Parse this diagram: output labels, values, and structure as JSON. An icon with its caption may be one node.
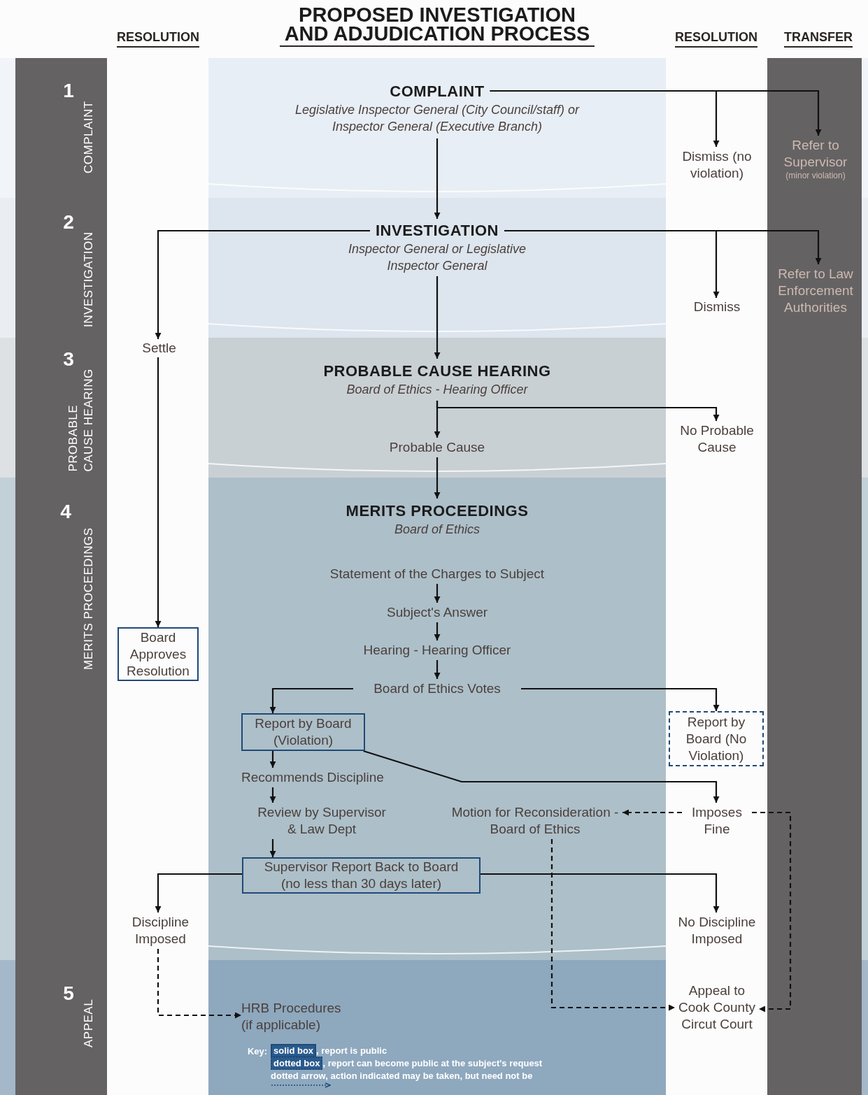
{
  "diagram": {
    "title": "PROPOSED INVESTIGATION AND ADJUDICATION PROCESS",
    "nodes": [
      {
        "text": [
          "COMPLAINT",
          "Legislative Inspector General (City Council/staff) or Inspector General (Executive Branch)"
        ]
      },
      {
        "text": [
          "Dismiss (no violation)"
        ]
      },
      {
        "text": [
          "Refer to Supervisor",
          "(minor violation)"
        ]
      },
      {
        "text": [
          "INVESTIGATION",
          "Inspector General or Legislative Inspector General"
        ]
      },
      {
        "text": [
          "Settle"
        ]
      },
      {
        "text": [
          "Dismiss"
        ]
      },
      {
        "text": [
          "Refer to Law Enforcement Authorities"
        ]
      },
      {
        "text": [
          "PROBABLE CAUSE HEARING",
          "Board of Ethics - Hearing Officer"
        ]
      },
      {
        "text": [
          "Probable Cause"
        ]
      },
      {
        "text": [
          "No Probable Cause"
        ]
      },
      {
        "text": [
          "MERITS PROCEEDINGS",
          "Board of Ethics"
        ]
      },
      {
        "text": [
          "Statement of the Charges to Subject"
        ]
      },
      {
        "text": [
          "Subject's Answer"
        ]
      },
      {
        "text": [
          "Hearing - Hearing Officer"
        ]
      },
      {
        "text": [
          "Board of Ethics Votes"
        ]
      },
      {
        "text": [
          "Board Approves Resolution"
        ]
      },
      {
        "text": [
          "Report by Board (Violation)"
        ]
      },
      {
        "text": [
          "Report by Board (No Violation)"
        ]
      },
      {
        "text": [
          "Recommends Discipline"
        ]
      },
      {
        "text": [
          "Review by Supervisor & Law Dept"
        ]
      },
      {
        "text": [
          "Imposes Fine"
        ]
      },
      {
        "text": [
          "Motion for Reconsideration - Board of Ethics"
        ]
      },
      {
        "text": [
          "Supervisor Report Back to Board (no less than 30 days later)"
        ]
      },
      {
        "text": [
          "Discipline Imposed"
        ]
      },
      {
        "text": [
          "No Discipline Imposed"
        ]
      },
      {
        "text": [
          "HRB Procedures (if applicable)"
        ]
      },
      {
        "text": [
          "Appeal to Cook County Circut Court"
        ]
      }
    ],
    "edges": [
      {
        "from": 0,
        "to": 1,
        "arrow": "to"
      },
      {
        "from": 0,
        "to": 2,
        "arrow": "to"
      },
      {
        "from": 0,
        "to": 3,
        "arrow": "to"
      },
      {
        "from": 3,
        "to": 4,
        "arrow": "to"
      },
      {
        "from": 3,
        "to": 5,
        "arrow": "to"
      },
      {
        "from": 3,
        "to": 6,
        "arrow": "to"
      },
      {
        "from": 3,
        "to": 7,
        "arrow": "to"
      },
      {
        "from": 7,
        "to": 8,
        "arrow": "to"
      },
      {
        "from": 7,
        "to": 9,
        "arrow": "to"
      },
      {
        "from": 8,
        "to": 10,
        "arrow": "to"
      },
      {
        "from": 4,
        "to": 15,
        "arrow": "to"
      },
      {
        "from": 11,
        "to": 12,
        "arrow": "to"
      },
      {
        "from": 12,
        "to": 13,
        "arrow": "to"
      },
      {
        "from": 13,
        "to": 14,
        "arrow": "to"
      },
      {
        "from": 14,
        "to": 16,
        "arrow": "to"
      },
      {
        "from": 14,
        "to": 17,
        "arrow": "to"
      },
      {
        "from": 16,
        "to": 18,
        "arrow": "to"
      },
      {
        "from": 18,
        "to": 19,
        "arrow": "to"
      },
      {
        "from": 19,
        "to": 22,
        "arrow": "to"
      },
      {
        "from": 16,
        "to": 20,
        "arrow": "to"
      },
      {
        "from": 20,
        "to": 21,
        "arrow": "to",
        "style": "dashed"
      },
      {
        "from": 20,
        "to": 26,
        "arrow": "to",
        "style": "dashed"
      },
      {
        "from": 21,
        "to": 26,
        "arrow": "to",
        "style": "dashed"
      },
      {
        "from": 22,
        "to": 23,
        "arrow": "to"
      },
      {
        "from": 22,
        "to": 24,
        "arrow": "to"
      },
      {
        "from": 23,
        "to": 25,
        "arrow": "to",
        "style": "dashed"
      }
    ],
    "labels": [
      "RESOLUTION",
      "RESOLUTION",
      "TRANSFER",
      "1",
      "COMPLAINT",
      "2",
      "INVESTIGATION",
      "3",
      "PROBABLE CAUSE HEARING",
      "4",
      "MERITS PROCEEDINGS",
      "5",
      "APPEAL",
      "Key:"
    ],
    "legend": [
      {
        "text": "**solid box**, report is public"
      },
      {
        "text": "**dotted box**, report can become public at the subject's request"
      },
      {
        "text": "dotted arrow, action indicated may be taken, but need not be"
      }
    ]
  }
}
